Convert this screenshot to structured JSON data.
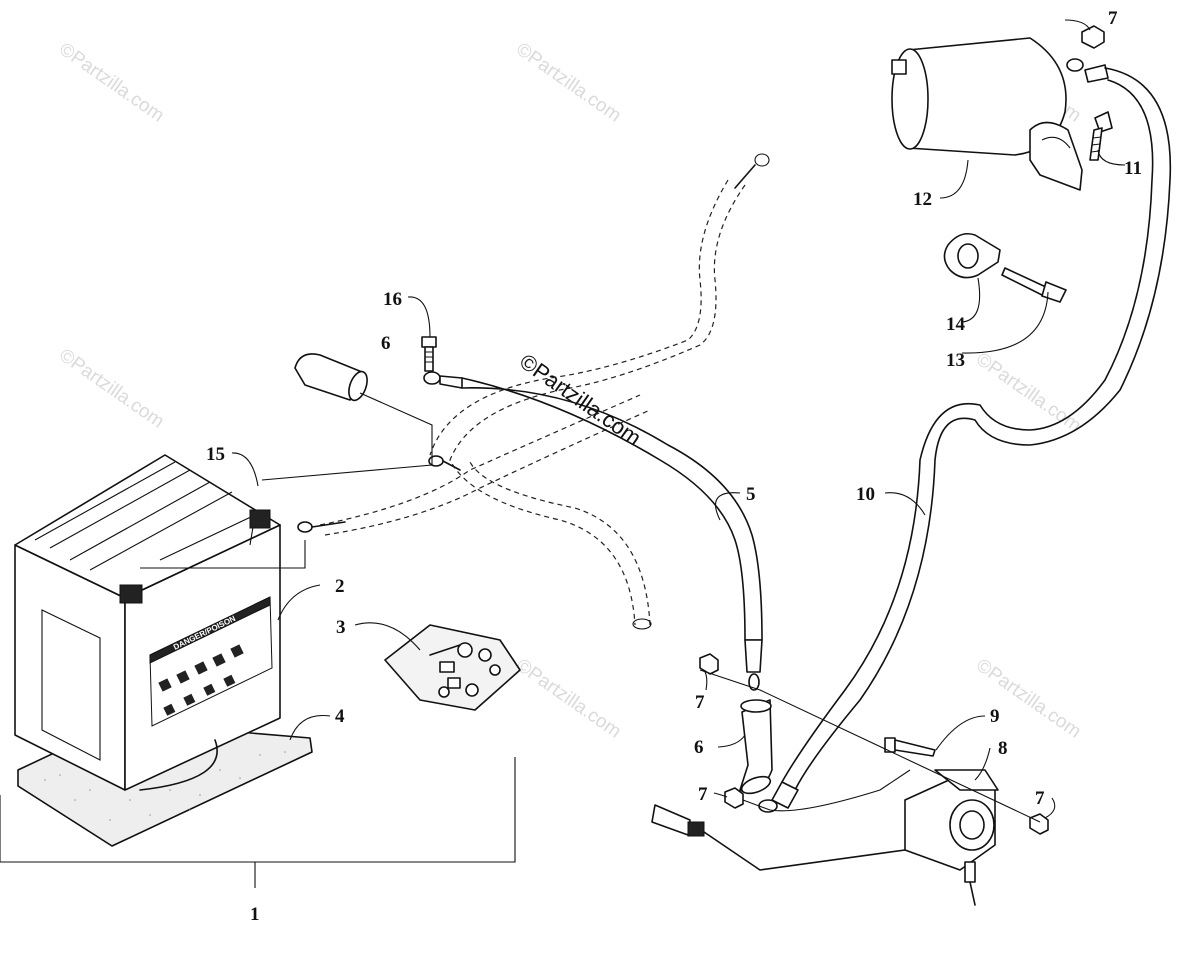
{
  "watermark": "©Partzilla.com",
  "callouts": [
    {
      "id": "c1",
      "text": "1"
    },
    {
      "id": "c2",
      "text": "2"
    },
    {
      "id": "c3",
      "text": "3"
    },
    {
      "id": "c4",
      "text": "4"
    },
    {
      "id": "c5",
      "text": "5"
    },
    {
      "id": "c6a",
      "text": "6"
    },
    {
      "id": "c6b",
      "text": "6"
    },
    {
      "id": "c7a",
      "text": "7"
    },
    {
      "id": "c7b",
      "text": "7"
    },
    {
      "id": "c7c",
      "text": "7"
    },
    {
      "id": "c7d",
      "text": "7"
    },
    {
      "id": "c8",
      "text": "8"
    },
    {
      "id": "c9",
      "text": "9"
    },
    {
      "id": "c10",
      "text": "10"
    },
    {
      "id": "c11",
      "text": "11"
    },
    {
      "id": "c12",
      "text": "12"
    },
    {
      "id": "c13",
      "text": "13"
    },
    {
      "id": "c14",
      "text": "14"
    },
    {
      "id": "c15",
      "text": "15"
    },
    {
      "id": "c16",
      "text": "16"
    }
  ],
  "battery_label": "DANGER/POISON"
}
